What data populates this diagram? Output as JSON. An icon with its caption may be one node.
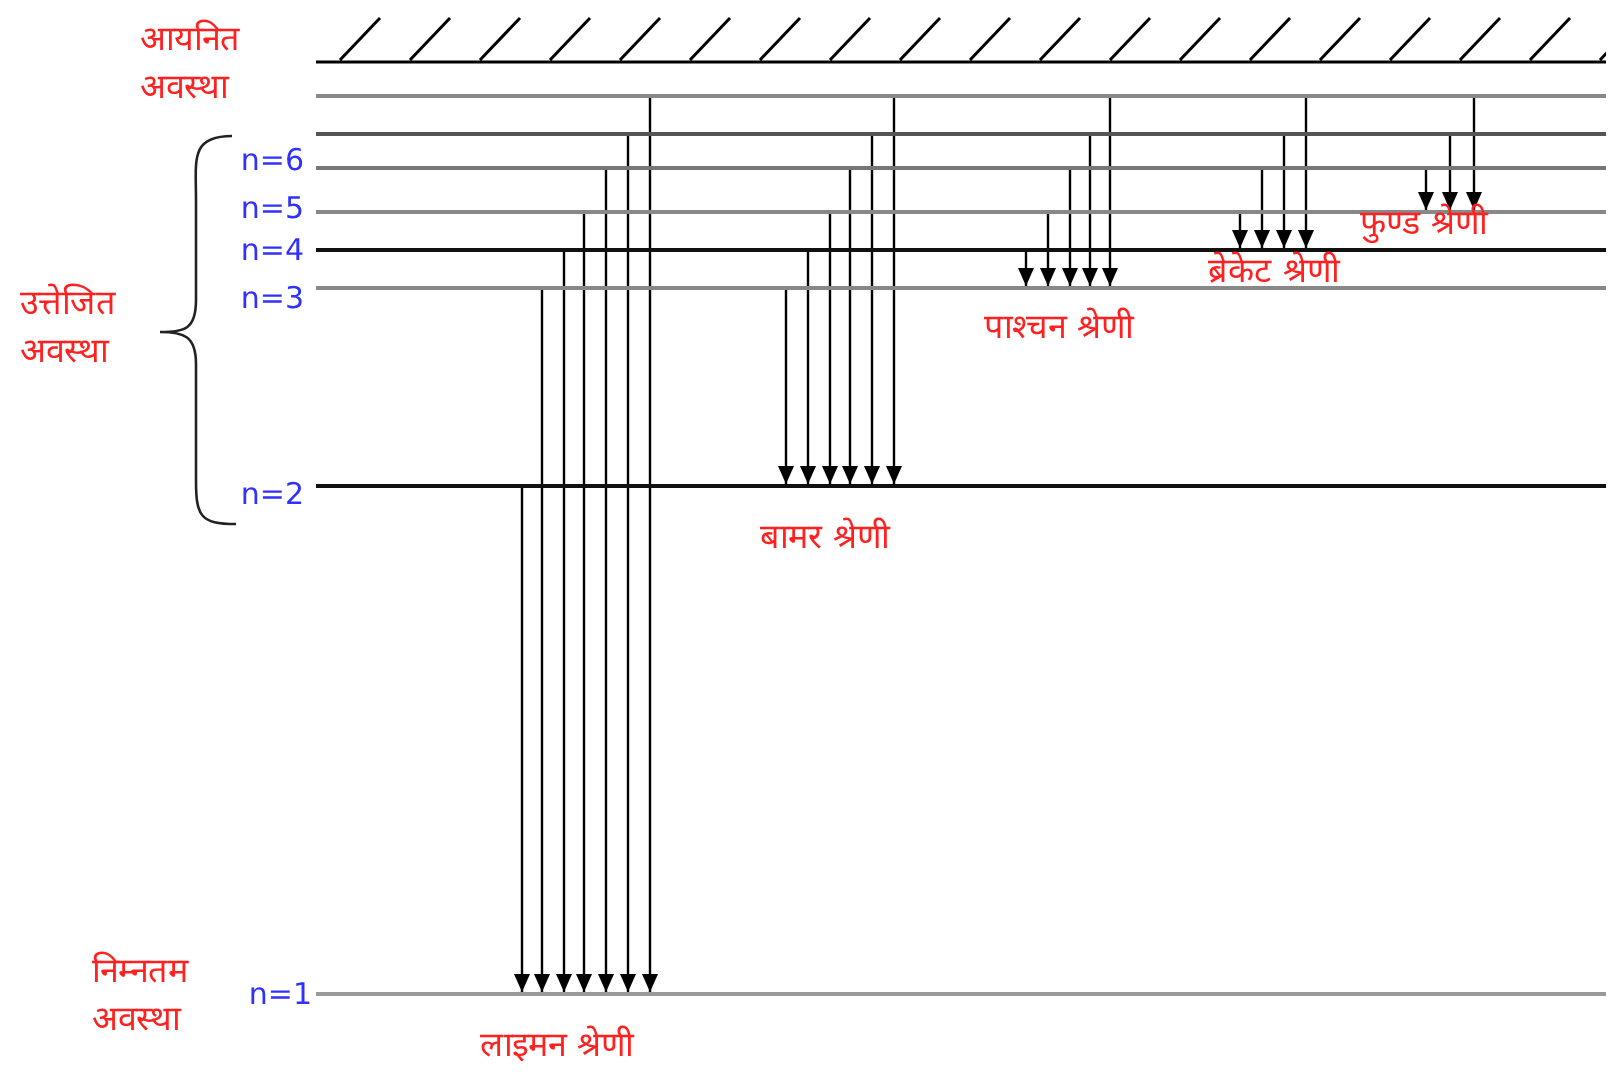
{
  "diagram": {
    "nodes": [
      {
        "text": [],
        "shape": "bar",
        "beside": [
          "आयनित अवस्था"
        ]
      },
      {
        "text": [],
        "shape": "bar"
      },
      {
        "text": [],
        "shape": "bar"
      },
      {
        "text": [],
        "shape": "bar",
        "beside": [
          "n=6"
        ]
      },
      {
        "text": [],
        "shape": "bar",
        "beside": [
          "n=5"
        ]
      },
      {
        "text": [],
        "shape": "bar",
        "beside": [
          "n=4"
        ]
      },
      {
        "text": [],
        "shape": "bar",
        "beside": [
          "n=3"
        ]
      },
      {
        "text": [],
        "shape": "bar",
        "beside": [
          "n=2"
        ]
      },
      {
        "text": [],
        "shape": "bar",
        "beside": [
          "n=1",
          "निम्नतम अवस्था"
        ]
      }
    ],
    "edges": [
      {
        "from": 7,
        "to": 8,
        "arrow": "to"
      },
      {
        "from": 6,
        "to": 8,
        "arrow": "to"
      },
      {
        "from": 5,
        "to": 8,
        "arrow": "to"
      },
      {
        "from": 4,
        "to": 8,
        "arrow": "to"
      },
      {
        "from": 3,
        "to": 8,
        "arrow": "to"
      },
      {
        "from": 2,
        "to": 8,
        "arrow": "to"
      },
      {
        "from": 1,
        "to": 8,
        "arrow": "to"
      },
      {
        "from": 6,
        "to": 7,
        "arrow": "to"
      },
      {
        "from": 5,
        "to": 7,
        "arrow": "to"
      },
      {
        "from": 4,
        "to": 7,
        "arrow": "to"
      },
      {
        "from": 3,
        "to": 7,
        "arrow": "to"
      },
      {
        "from": 2,
        "to": 7,
        "arrow": "to"
      },
      {
        "from": 1,
        "to": 7,
        "arrow": "to"
      },
      {
        "from": 5,
        "to": 6,
        "arrow": "to"
      },
      {
        "from": 4,
        "to": 6,
        "arrow": "to"
      },
      {
        "from": 3,
        "to": 6,
        "arrow": "to"
      },
      {
        "from": 2,
        "to": 6,
        "arrow": "to"
      },
      {
        "from": 1,
        "to": 6,
        "arrow": "to"
      },
      {
        "from": 4,
        "to": 5,
        "arrow": "to"
      },
      {
        "from": 3,
        "to": 5,
        "arrow": "to"
      },
      {
        "from": 2,
        "to": 5,
        "arrow": "to"
      },
      {
        "from": 1,
        "to": 5,
        "arrow": "to"
      },
      {
        "from": 3,
        "to": 4,
        "arrow": "to"
      },
      {
        "from": 2,
        "to": 4,
        "arrow": "to"
      },
      {
        "from": 1,
        "to": 4,
        "arrow": "to"
      }
    ],
    "labels": [
      "फुण्ड श्रेणी",
      "ब्रेकेट श्रेणी",
      "उत्तेजित अवस्था",
      "पाश्चन श्रेणी",
      "बामर श्रेणी",
      "लाइमन श्रेणी"
    ]
  }
}
